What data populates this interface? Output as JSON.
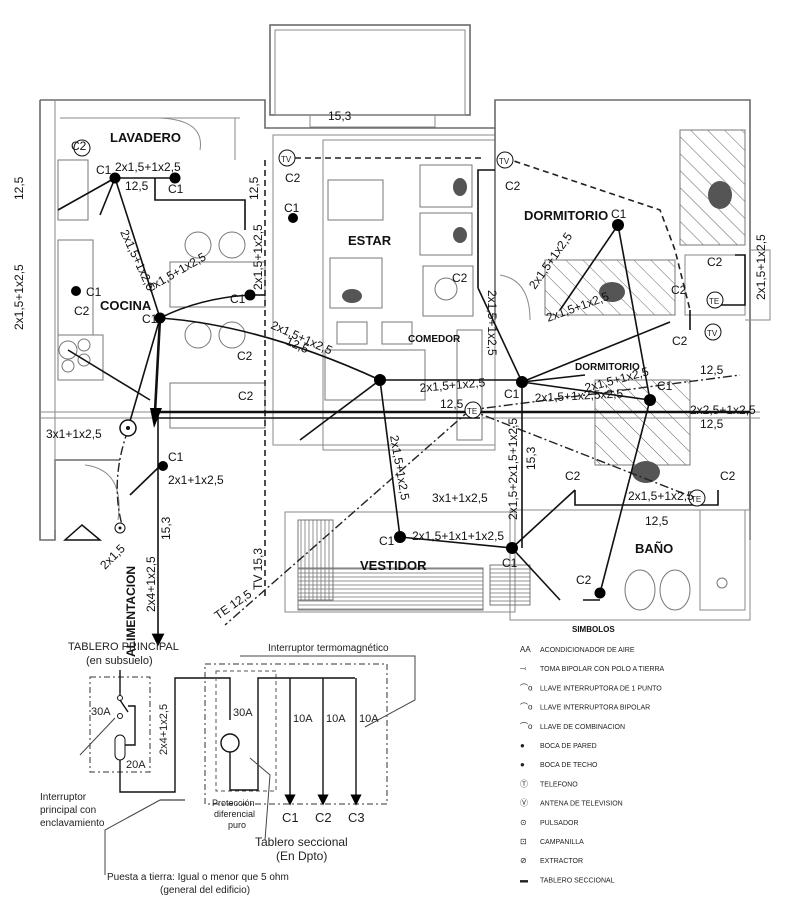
{
  "plan": {
    "rooms": {
      "lavadero": "LAVADERO",
      "cocina": "COCINA",
      "estar": "ESTAR",
      "comedor": "COMEDOR",
      "dormitorio1": "DORMITORIO",
      "dormitorio2": "DORMITORIO",
      "vestidor": "VESTIDOR",
      "bano": "BAÑO",
      "simbolos": "SIMBOLOS"
    },
    "labels": {
      "c1": "C1",
      "c2": "C2",
      "tv": "TV",
      "te": "TE",
      "cable_215": "2x1,5+1x2,5",
      "cable_215_b": "2x1,5+1x2,5",
      "cable_lav": "2x1,5+1x2,5",
      "len_125": "12,5",
      "len_153": "15,3",
      "cable_311": "3x1+1x2,5",
      "cable_211": "2x1+1x2,5",
      "cable_vest": "2x1,5+1x1+1x2,5",
      "cable_baul": "2x1,5+2x1,5+1x2,5",
      "cable_dorm2": "2x1,5+1x2,5x2,5",
      "cable_dorm2b": "2x2,5+1x2,5",
      "alimentacion": "ALIMENTACION",
      "alim_cable": "2x4+1x2,5",
      "alim_len": "15,3",
      "alim_215": "2x1,5",
      "tv_run": "TV 15,3",
      "te_run": "TE 12,5",
      "vert_215": "2x1,5+1x2,5"
    }
  },
  "schematic": {
    "tablero_principal": "TABLERO PRINCIPAL",
    "tablero_principal_sub": "(en subsuelo)",
    "breaker_main": "30A",
    "fuse": "20A",
    "feed_cable": "2x4+1x2,5",
    "interruptor_principal": [
      "Interruptor",
      "principal con",
      "enclavamiento"
    ],
    "termomagnetico": "Interruptor termomagnético",
    "diferencial_rating": "30A",
    "proteccion": [
      "Protección",
      "diferencial",
      "puro"
    ],
    "circuits": [
      {
        "rating": "10A",
        "name": "C1"
      },
      {
        "rating": "10A",
        "name": "C2"
      },
      {
        "rating": "10A",
        "name": "C3"
      }
    ],
    "tablero_seccional": "Tablero seccional",
    "tablero_seccional_sub": "(En Dpto)",
    "puesta_tierra": "Puesta a tierra: Igual o menor que 5 ohm",
    "puesta_tierra_sub": "(general del edificio)"
  },
  "legend": {
    "title": "SIMBOLOS",
    "items": [
      {
        "icon": "air-conditioner-icon",
        "glyph": "AA",
        "label": "ACONDICIONADOR DE AIRE"
      },
      {
        "icon": "outlet-icon",
        "glyph": "⤙",
        "label": "TOMA BIPOLAR CON POLO A TIERRA"
      },
      {
        "icon": "switch-1-icon",
        "glyph": "⌒o",
        "label": "LLAVE INTERRUPTORA DE 1 PUNTO"
      },
      {
        "icon": "switch-bipolar-icon",
        "glyph": "⌒o",
        "label": "LLAVE INTERRUPTORA BIPOLAR"
      },
      {
        "icon": "switch-combination-icon",
        "glyph": "⌒o",
        "label": "LLAVE DE COMBINACION"
      },
      {
        "icon": "wall-outlet-icon",
        "glyph": "●",
        "label": "BOCA DE PARED"
      },
      {
        "icon": "ceiling-outlet-icon",
        "glyph": "●",
        "label": "BOCA DE TECHO"
      },
      {
        "icon": "telephone-icon",
        "glyph": "Ⓣ",
        "label": "TELEFONO"
      },
      {
        "icon": "tv-antenna-icon",
        "glyph": "Ⓥ",
        "label": "ANTENA DE TELEVISION"
      },
      {
        "icon": "push-button-icon",
        "glyph": "⊙",
        "label": "PULSADOR"
      },
      {
        "icon": "bell-icon",
        "glyph": "⊡",
        "label": "CAMPANILLA"
      },
      {
        "icon": "extractor-icon",
        "glyph": "⊘",
        "label": "EXTRACTOR"
      },
      {
        "icon": "panel-icon",
        "glyph": "▬",
        "label": "TABLERO SECCIONAL"
      }
    ]
  }
}
